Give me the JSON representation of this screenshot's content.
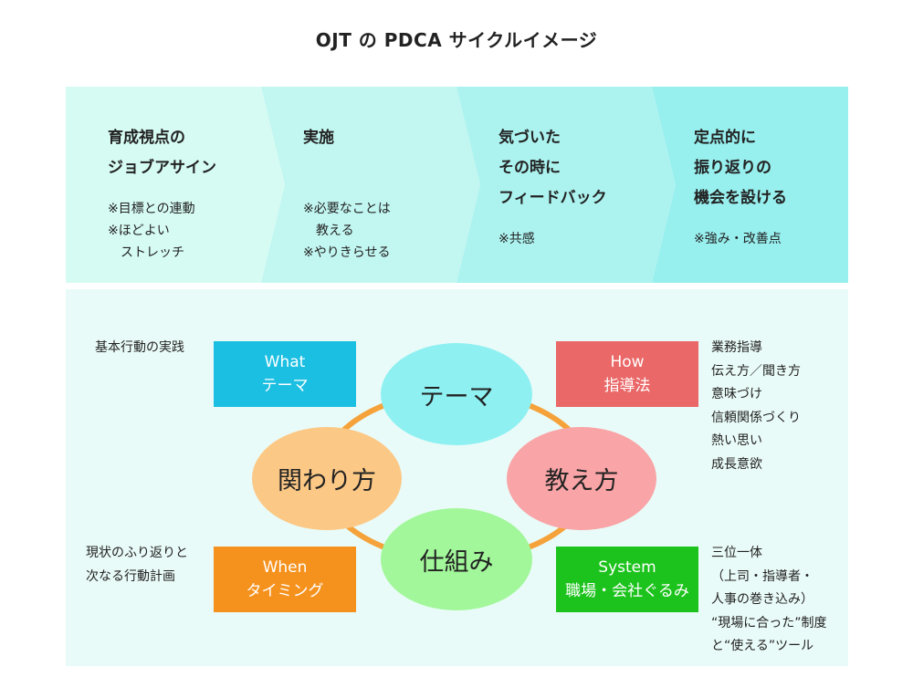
{
  "title": "OJT の PDCA サイクルイメージ",
  "steps": [
    {
      "head": "育成視点の\nジョブアサイン",
      "notes": "※目標との連動\n※ほどよい\n　ストレッチ",
      "color": "#d6fbf3"
    },
    {
      "head": "実施",
      "notes": "※必要なことは\n　教える\n※やりきらせる",
      "color": "#c2f6f1"
    },
    {
      "head": "気づいた\nその時に\nフィードバック",
      "notes": "※共感",
      "color": "#acf3f0"
    },
    {
      "head": "定点的に\n振り返りの\n機会を設ける",
      "notes": "※強み・改善点",
      "color": "#97efee"
    }
  ],
  "circles": {
    "top": {
      "label": "テーマ",
      "color": "#8ff0f2"
    },
    "left": {
      "label": "関わり方",
      "color": "#fcc886"
    },
    "right": {
      "label": "教え方",
      "color": "#f9a4a6"
    },
    "bottom": {
      "label": "仕組み",
      "color": "#a2f79a"
    },
    "ring_color": "#f5a23a"
  },
  "boxes": {
    "what": {
      "line1": "What",
      "line2": "テーマ",
      "color": "#1bbfe2"
    },
    "how": {
      "line1": "How",
      "line2": "指導法",
      "color": "#ea6868"
    },
    "when": {
      "line1": "When",
      "line2": "タイミング",
      "color": "#f5921e"
    },
    "system": {
      "line1": "System",
      "line2": "職場・会社ぐるみ",
      "color": "#1dc31d"
    }
  },
  "side_texts": {
    "what": "基本行動の実践",
    "how": "業務指導\n伝え方／聞き方\n意味づけ\n信頼関係づくり\n熱い思い\n成長意欲",
    "when": "現状のふり返りと\n次なる行動計画",
    "system": "三位一体\n（上司・指導者・\n人事の巻き込み）\n“現場に合った”制度\nと“使える”ツール"
  }
}
